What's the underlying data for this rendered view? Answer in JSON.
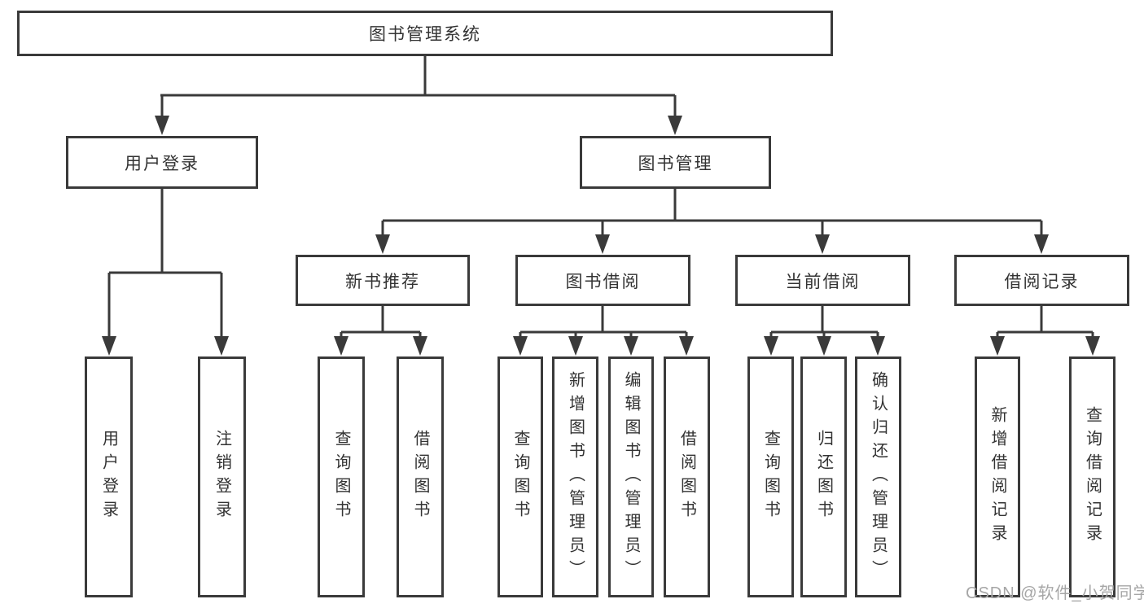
{
  "diagram_title": "图书管理系统",
  "nodes": {
    "root": {
      "label": "图书管理系统"
    },
    "user_login": {
      "label": "用户登录"
    },
    "book_management": {
      "label": "图书管理"
    },
    "new_book_recommend": {
      "label": "新书推荐"
    },
    "book_borrow": {
      "label": "图书借阅"
    },
    "current_borrow": {
      "label": "当前借阅"
    },
    "borrow_record": {
      "label": "借阅记录"
    },
    "leaves": [
      {
        "label": "用户登录"
      },
      {
        "label": "注销登录"
      },
      {
        "label": "查询图书"
      },
      {
        "label": "借阅图书"
      },
      {
        "label": "查询图书"
      },
      {
        "label": "新增图书（管理员）"
      },
      {
        "label": "编辑图书（管理员）"
      },
      {
        "label": "借阅图书"
      },
      {
        "label": "查询图书"
      },
      {
        "label": "归还图书"
      },
      {
        "label": "确认归还（管理员）"
      },
      {
        "label": "新增借阅记录"
      },
      {
        "label": "查询借阅记录"
      }
    ]
  },
  "watermark": {
    "text": "CSDN @软件_小贺同学"
  },
  "colors": {
    "line": "#3a3a3a",
    "text": "#333333",
    "watermark": "#a6a6a6",
    "background": "#ffffff"
  }
}
